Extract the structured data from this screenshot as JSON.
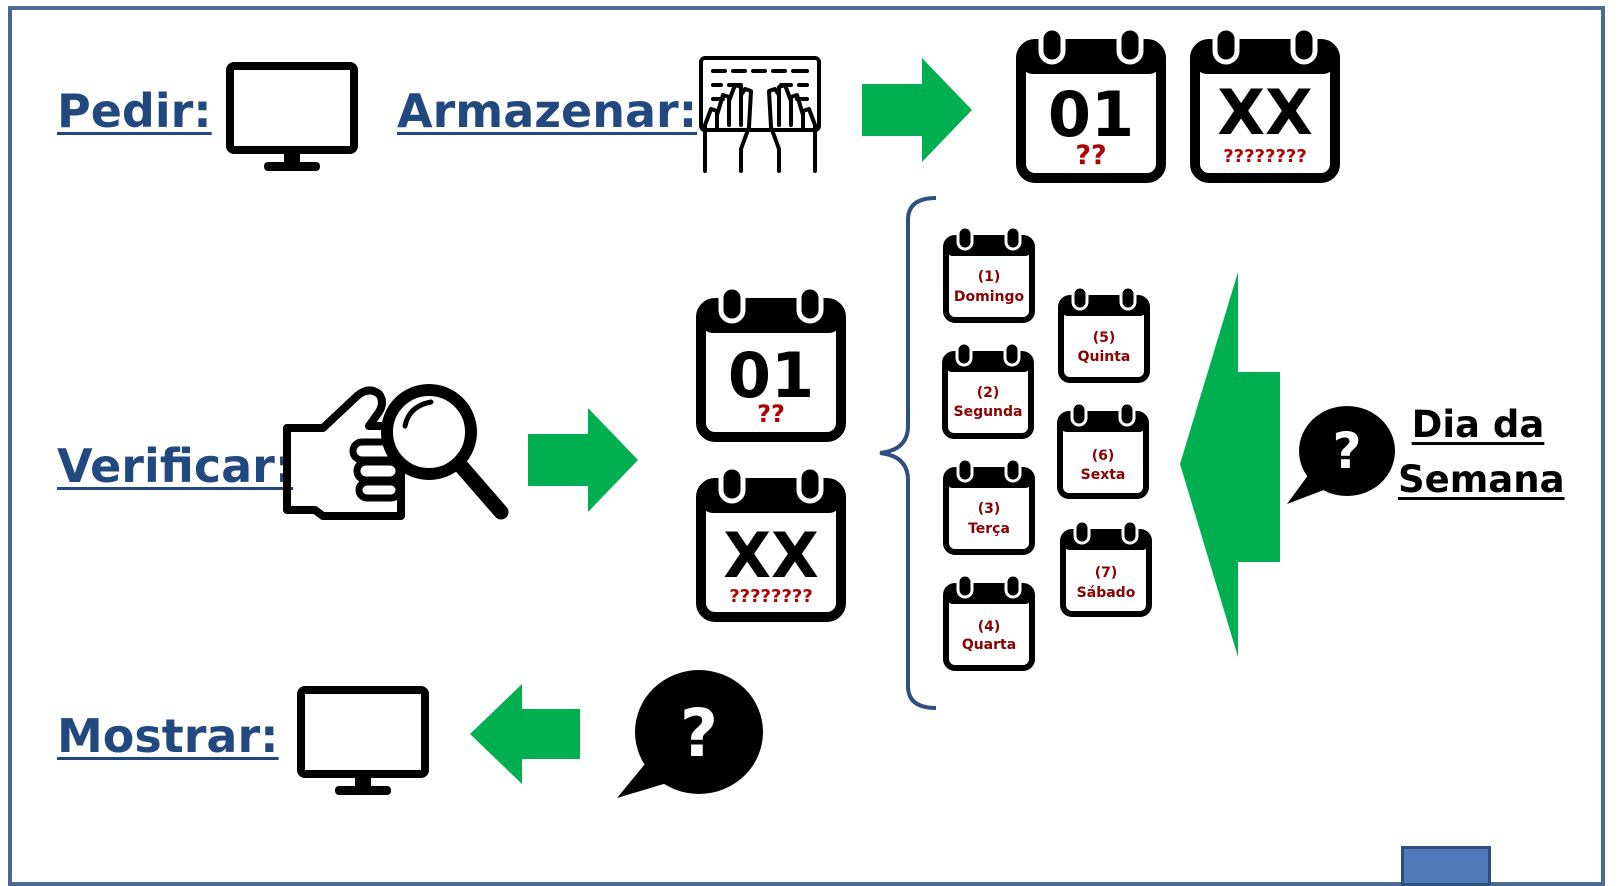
{
  "labels": {
    "pedir": "Pedir:",
    "armazenar": "Armazenar:",
    "verificar": "Verificar:",
    "mostrar": "Mostrar:",
    "dia_da_semana_1": "Dia da",
    "dia_da_semana_2": "Semana"
  },
  "store_calendars": {
    "day": {
      "big": "01",
      "q": "??"
    },
    "year": {
      "big": "XX",
      "q": "????????"
    }
  },
  "check_calendars": {
    "day": {
      "big": "01",
      "q": "??"
    },
    "year": {
      "big": "XX",
      "q": "????????"
    }
  },
  "weekdays": [
    {
      "num": "(1)",
      "name": "Domingo"
    },
    {
      "num": "(2)",
      "name": "Segunda"
    },
    {
      "num": "(3)",
      "name": "Terça"
    },
    {
      "num": "(4)",
      "name": "Quarta"
    },
    {
      "num": "(5)",
      "name": "Quinta"
    },
    {
      "num": "(6)",
      "name": "Sexta"
    },
    {
      "num": "(7)",
      "name": "Sábado"
    }
  ],
  "speech_icon_text": "?",
  "colors": {
    "label_blue": "#22497f",
    "arrow_green": "#00b050",
    "question_red": "#b10000",
    "weekday_red": "#8b0000",
    "frame": "#4a6a93"
  }
}
